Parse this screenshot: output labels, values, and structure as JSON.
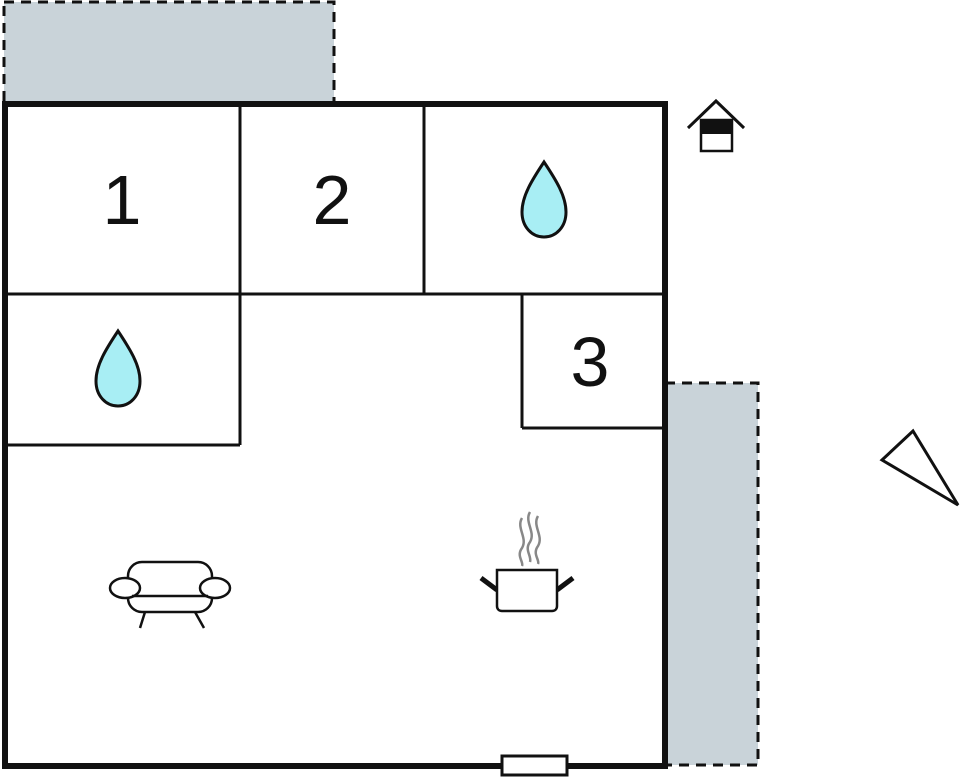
{
  "rooms": [
    {
      "label": "1",
      "kind": "bedroom"
    },
    {
      "label": "2",
      "kind": "bedroom"
    },
    {
      "label": "",
      "kind": "bathroom",
      "icon": "water-drop-icon"
    },
    {
      "label": "",
      "kind": "bathroom",
      "icon": "water-drop-icon"
    },
    {
      "label": "3",
      "kind": "bedroom"
    },
    {
      "label": "",
      "kind": "living-room",
      "icons": [
        "sofa-icon",
        "cooking-pot-icon"
      ]
    }
  ],
  "legend_icons": [
    "entrance-house-icon",
    "north-arrow-icon"
  ],
  "colors": {
    "walls": "#111111",
    "terrace": "#c9d3d9",
    "water": "#a8eef4",
    "steam": "#888888"
  }
}
